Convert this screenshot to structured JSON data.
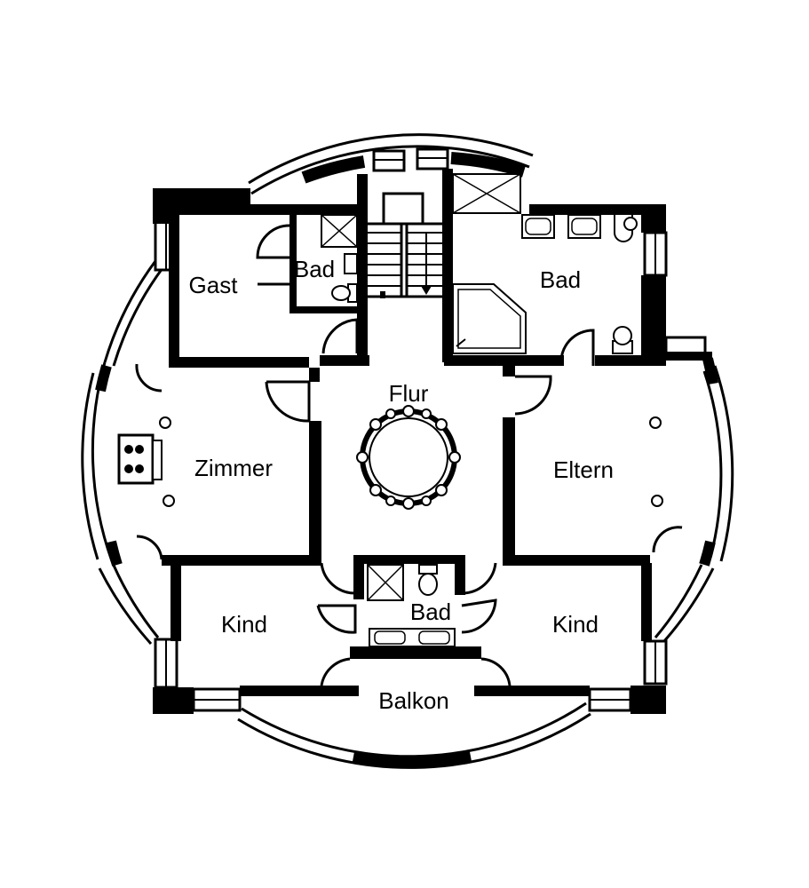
{
  "rooms": {
    "gast": "Gast",
    "bad_gast": "Bad",
    "bad_main": "Bad",
    "flur": "Flur",
    "zimmer": "Zimmer",
    "eltern": "Eltern",
    "bad_small": "Bad",
    "kind_left": "Kind",
    "kind_right": "Kind",
    "balkon": "Balkon"
  },
  "colors": {
    "wall": "#000000",
    "background": "#ffffff"
  },
  "icons": [
    "stair-arrow-icon",
    "stove-icon",
    "toilet-icon",
    "sink-icon",
    "shower-icon",
    "bathtub-icon",
    "door-swing-icon"
  ]
}
